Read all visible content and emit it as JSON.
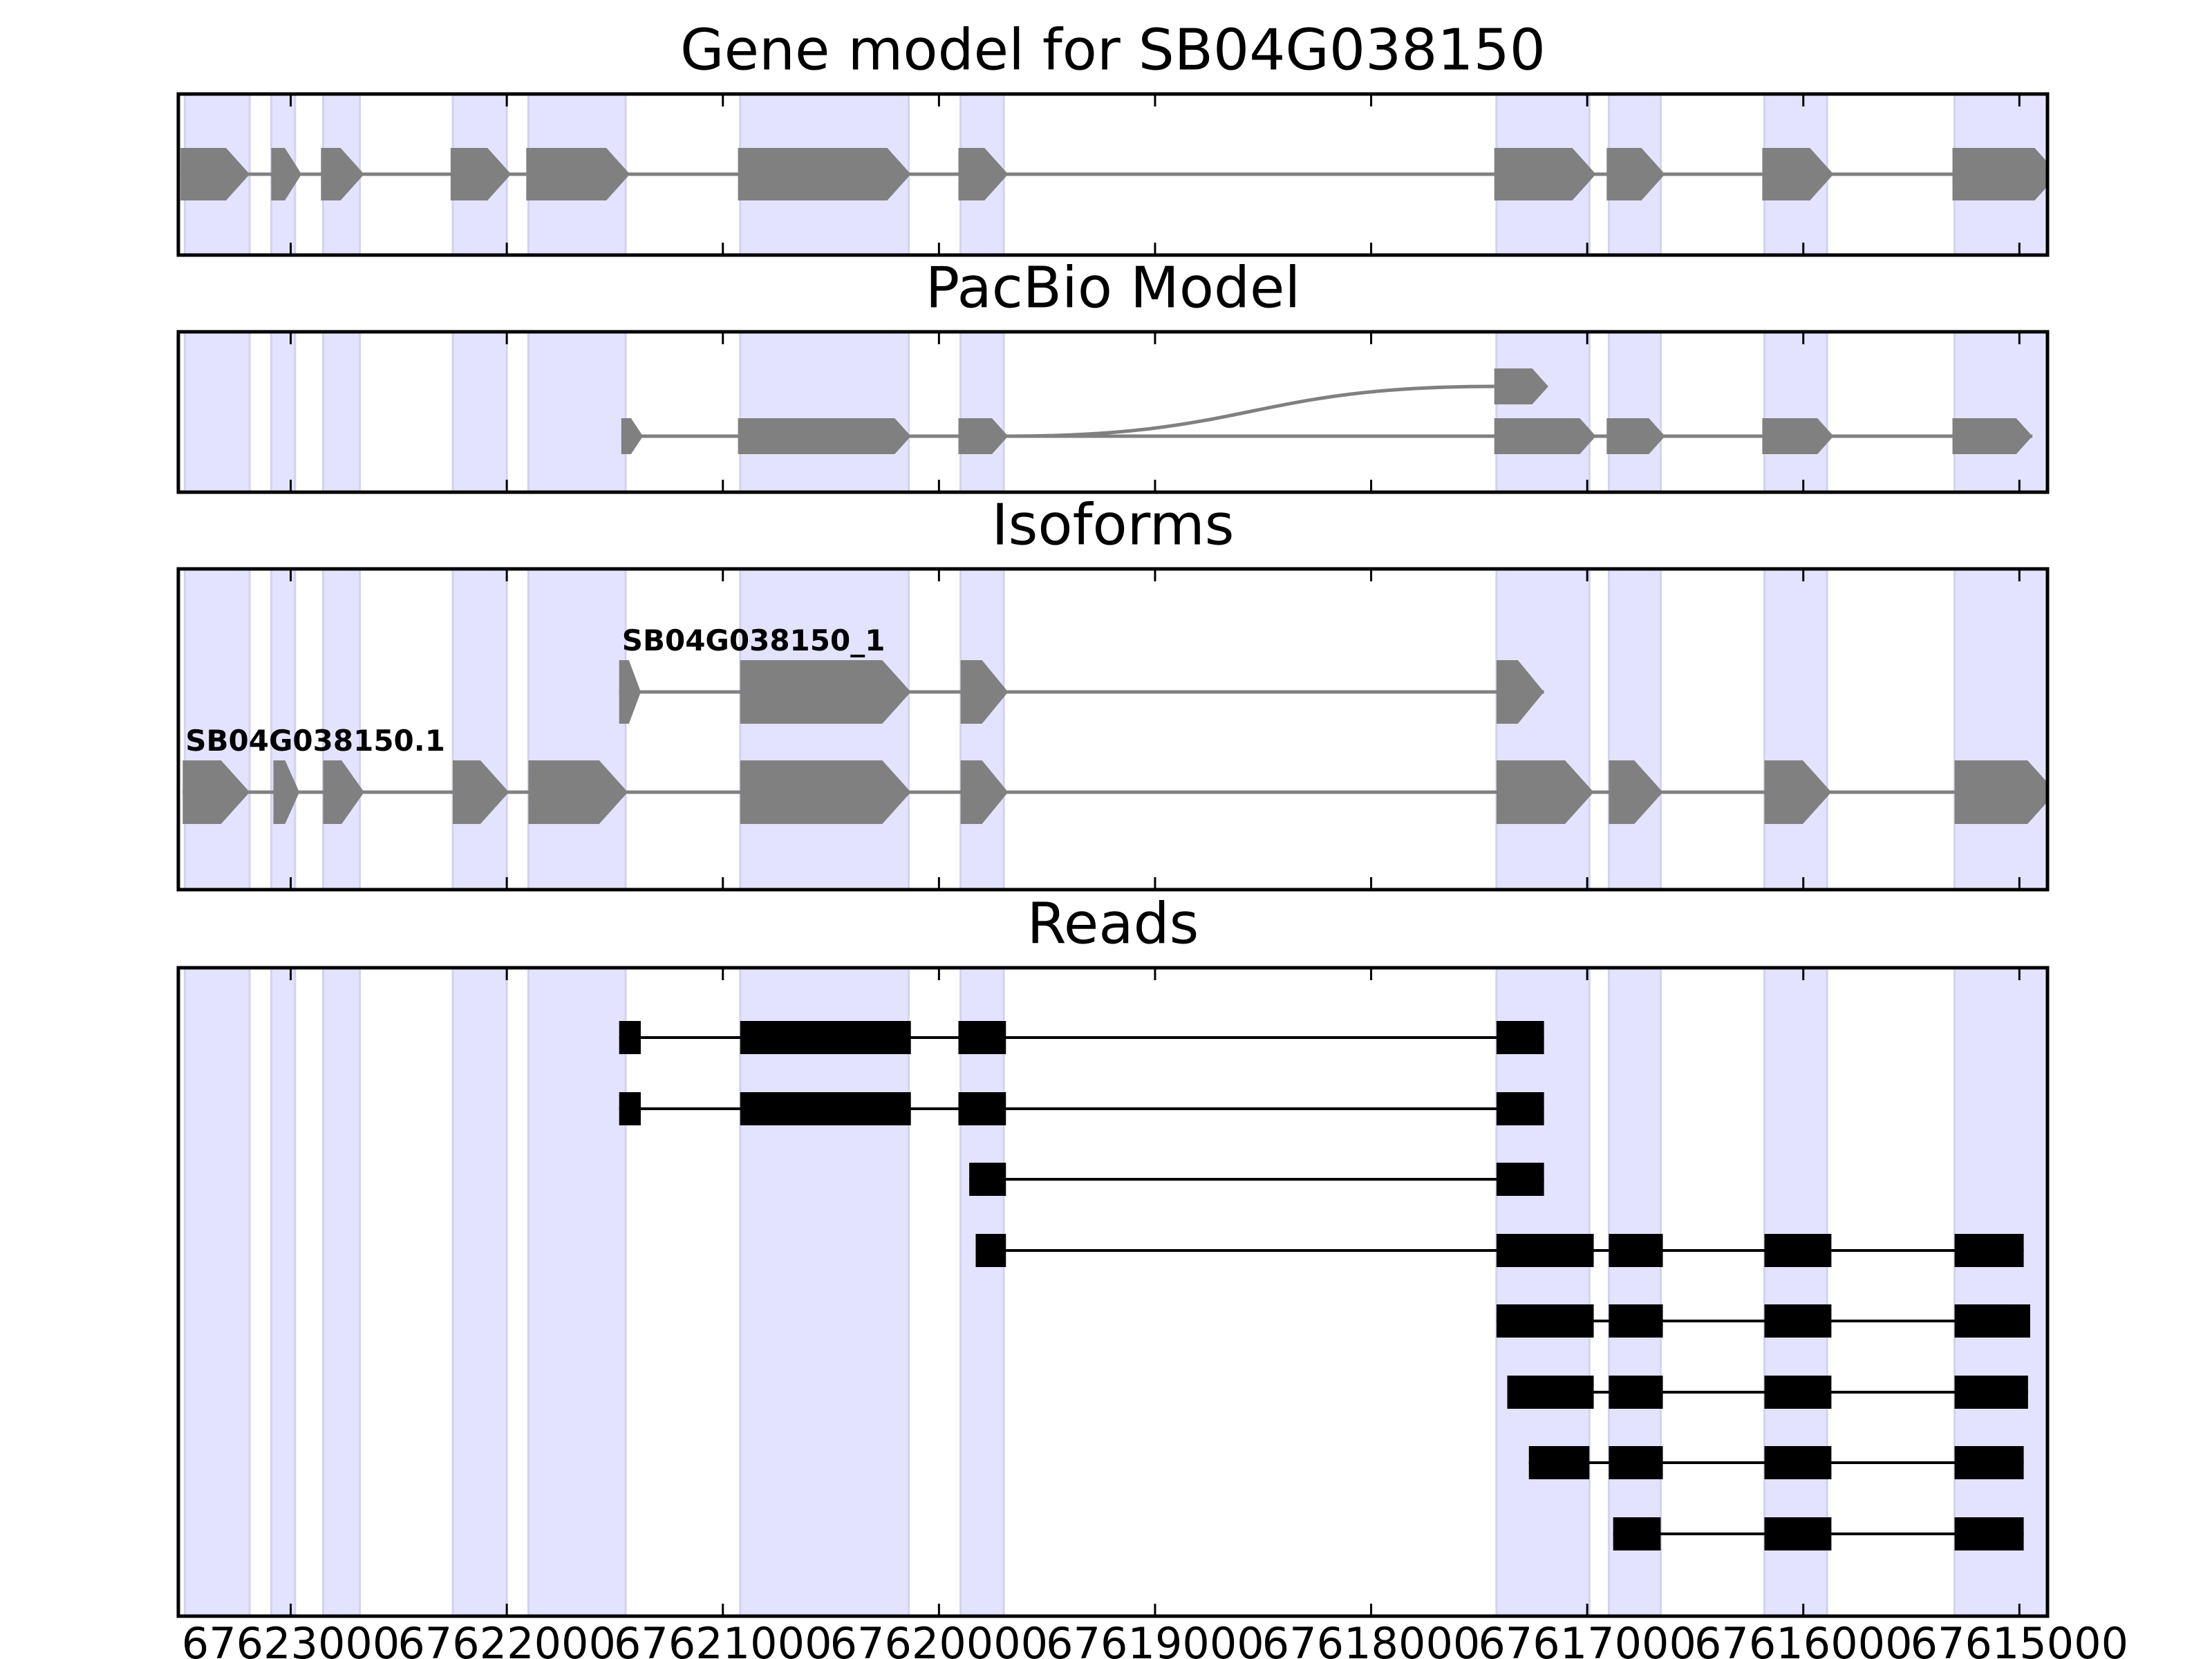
{
  "chart_data": {
    "type": "gene_model",
    "x_axis": {
      "reversed": true,
      "xlim": [
        67623520,
        67614870
      ],
      "ticks": [
        67623000,
        67622000,
        67621000,
        67620000,
        67619000,
        67618000,
        67617000,
        67616000,
        67615000
      ],
      "tick_labels": [
        "67623000",
        "67622000",
        "67621000",
        "67620000",
        "67619000",
        "67618000",
        "67617000",
        "67616000",
        "67615000"
      ]
    },
    "colors": {
      "exon_highlight": "#e3e3ff",
      "exon_highlight_edge": "#d2d2f0",
      "gene_feature": "#808080",
      "read_feature": "#000000",
      "axes": "#000000"
    },
    "exon_regions": [
      [
        67623490,
        67623190
      ],
      [
        67623090,
        67622980
      ],
      [
        67622850,
        67622680
      ],
      [
        67622250,
        67622000
      ],
      [
        67621900,
        67621450
      ],
      [
        67620920,
        67620140
      ],
      [
        67619900,
        67619700
      ],
      [
        67617420,
        67616990
      ],
      [
        67616900,
        67616660
      ],
      [
        67616180,
        67615890
      ],
      [
        67615300,
        67614830
      ]
    ],
    "panels": [
      {
        "id": "gene-model",
        "title": "Gene model for SB04G038150",
        "rows": 1,
        "tracks": [
          {
            "row": 0,
            "label": "",
            "exons": [
              [
                67623510,
                67623190
              ],
              [
                67623090,
                67622950
              ],
              [
                67622860,
                67622660
              ],
              [
                67622260,
                67621980
              ],
              [
                67621910,
                67621430
              ],
              [
                67620930,
                67620130
              ],
              [
                67619910,
                67619680
              ],
              [
                67617430,
                67616960
              ],
              [
                67616910,
                67616640
              ],
              [
                67616190,
                67615860
              ],
              [
                67615310,
                67614820
              ]
            ]
          }
        ]
      },
      {
        "id": "pacbio-model",
        "title": "PacBio Model",
        "rows": 2,
        "tracks": [
          {
            "row": 0,
            "label": "",
            "exons": [
              [
                67621470,
                67621370
              ],
              [
                67620930,
                67620130
              ],
              [
                67619910,
                67619680
              ],
              [
                67617430,
                67616960
              ],
              [
                67616910,
                67616640
              ],
              [
                67616190,
                67615860
              ],
              [
                67615310,
                67614940
              ]
            ]
          },
          {
            "row": 1,
            "label": "",
            "exons": [
              [
                67617430,
                67617180
              ]
            ],
            "junction_from": 67619680
          }
        ]
      },
      {
        "id": "isoforms",
        "title": "Isoforms",
        "rows": 2,
        "tracks": [
          {
            "row": 0,
            "label": "SB04G038150.1",
            "exons": [
              [
                67623500,
                67623190
              ],
              [
                67623080,
                67622960
              ],
              [
                67622850,
                67622660
              ],
              [
                67622250,
                67621990
              ],
              [
                67621900,
                67621440
              ],
              [
                67620920,
                67620130
              ],
              [
                67619900,
                67619680
              ],
              [
                67617420,
                67616970
              ],
              [
                67616900,
                67616650
              ],
              [
                67616180,
                67615870
              ],
              [
                67615300,
                67614830
              ]
            ]
          },
          {
            "row": 1,
            "label": "SB04G038150_1",
            "exons": [
              [
                67621480,
                67621380
              ],
              [
                67620920,
                67620130
              ],
              [
                67619900,
                67619680
              ],
              [
                67617420,
                67617200
              ]
            ]
          }
        ]
      },
      {
        "id": "reads",
        "title": "Reads",
        "rows": 8,
        "tracks": [
          {
            "row": 7,
            "label": "",
            "exons": [
              [
                67621480,
                67621380
              ],
              [
                67620920,
                67620130
              ],
              [
                67619910,
                67619690
              ],
              [
                67617420,
                67617200
              ]
            ]
          },
          {
            "row": 6,
            "label": "",
            "exons": [
              [
                67621480,
                67621380
              ],
              [
                67620920,
                67620130
              ],
              [
                67619910,
                67619690
              ],
              [
                67617420,
                67617200
              ]
            ]
          },
          {
            "row": 5,
            "label": "",
            "exons": [
              [
                67619860,
                67619690
              ],
              [
                67617420,
                67617200
              ]
            ]
          },
          {
            "row": 4,
            "label": "",
            "exons": [
              [
                67619830,
                67619690
              ],
              [
                67617420,
                67616970
              ],
              [
                67616900,
                67616650
              ],
              [
                67616180,
                67615870
              ],
              [
                67615300,
                67614980
              ]
            ]
          },
          {
            "row": 3,
            "label": "",
            "exons": [
              [
                67617420,
                67616970
              ],
              [
                67616900,
                67616650
              ],
              [
                67616180,
                67615870
              ],
              [
                67615300,
                67614950
              ]
            ]
          },
          {
            "row": 2,
            "label": "",
            "exons": [
              [
                67617370,
                67616970
              ],
              [
                67616900,
                67616650
              ],
              [
                67616180,
                67615870
              ],
              [
                67615300,
                67614960
              ]
            ]
          },
          {
            "row": 1,
            "label": "",
            "exons": [
              [
                67617270,
                67616990
              ],
              [
                67616900,
                67616650
              ],
              [
                67616180,
                67615870
              ],
              [
                67615300,
                67614980
              ]
            ]
          },
          {
            "row": 0,
            "label": "",
            "exons": [
              [
                67616880,
                67616660
              ],
              [
                67616180,
                67615870
              ],
              [
                67615300,
                67614980
              ]
            ]
          }
        ]
      }
    ]
  }
}
